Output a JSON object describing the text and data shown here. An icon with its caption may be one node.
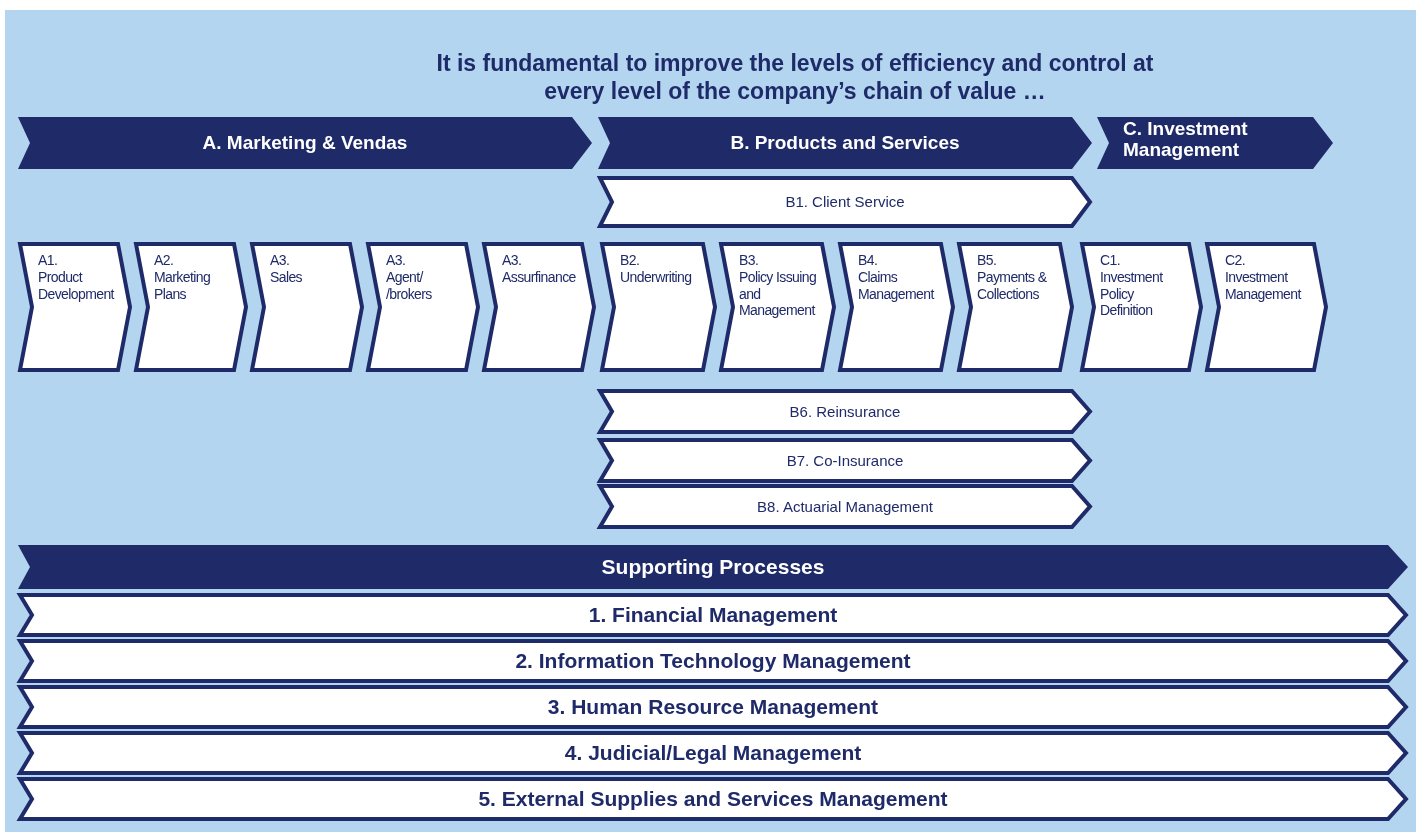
{
  "diagram": {
    "title": "It is fundamental to improve the levels of efficiency and control at every level of the company’s chain of value …",
    "nodes": [
      {
        "text": [
          "A. Marketing & Vendas"
        ]
      },
      {
        "text": [
          "B. Products and Services"
        ]
      },
      {
        "text": [
          "C. Investment Management"
        ]
      },
      {
        "text": [
          "B1. Client Service"
        ]
      },
      {
        "text": [
          "A1. Product Development"
        ]
      },
      {
        "text": [
          "A2. Marketing Plans"
        ]
      },
      {
        "text": [
          "A3. Sales"
        ]
      },
      {
        "text": [
          "A3. Agent/ /brokers"
        ]
      },
      {
        "text": [
          "A3. Assurfinance"
        ]
      },
      {
        "text": [
          "B2. Underwriting"
        ]
      },
      {
        "text": [
          "B3. Policy Issuing and Management"
        ]
      },
      {
        "text": [
          "B4. Claims Management"
        ]
      },
      {
        "text": [
          "B5. Payments & Collections"
        ]
      },
      {
        "text": [
          "C1. Investment Policy Definition"
        ]
      },
      {
        "text": [
          "C2. Investment Management"
        ]
      },
      {
        "text": [
          "B6. Reinsurance"
        ]
      },
      {
        "text": [
          "B7. Co-Insurance"
        ]
      },
      {
        "text": [
          "B8. Actuarial Management"
        ]
      },
      {
        "text": [
          "Supporting Processes"
        ]
      },
      {
        "text": [
          "1. Financial Management"
        ]
      },
      {
        "text": [
          "2. Information Technology Management"
        ]
      },
      {
        "text": [
          "3. Human Resource Management"
        ]
      },
      {
        "text": [
          "4. Judicial/Legal Management"
        ]
      },
      {
        "text": [
          "5. External Supplies and Services Management"
        ]
      }
    ],
    "edges": []
  }
}
